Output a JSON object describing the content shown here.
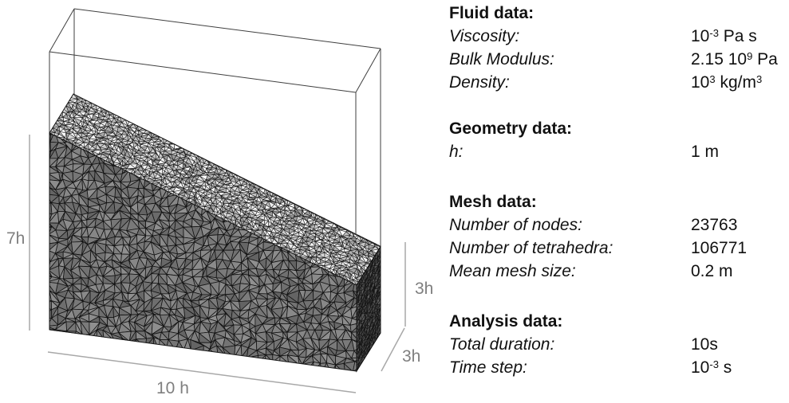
{
  "figure": {
    "dimension_labels": {
      "height": "7h",
      "width": "10 h",
      "right_height": "3h",
      "depth": "3h"
    },
    "colors": {
      "box_edge": "#3f3f3f",
      "dim_line": "#a8a8a8",
      "dim_text": "#7f7f7f",
      "front_face": "#757575",
      "top_face": "#c8c8c8",
      "right_face": "#484848",
      "mesh_line": "#141414"
    }
  },
  "panel": {
    "sections": [
      {
        "title": "Fluid data:",
        "rows": [
          {
            "label": "Viscosity:",
            "value": "10^{-3} Pa s"
          },
          {
            "label": "Bulk Modulus:",
            "value": "2.15 10^{9} Pa"
          },
          {
            "label": "Density:",
            "value": "10^{3} kg/m^{3}"
          }
        ]
      },
      {
        "title": "Geometry data:",
        "rows": [
          {
            "label": "h:",
            "value": "1 m"
          }
        ]
      },
      {
        "title": "Mesh data:",
        "rows": [
          {
            "label": "Number of nodes:",
            "value": "23763"
          },
          {
            "label": "Number of tetrahedra:",
            "value": "106771"
          },
          {
            "label": "Mean mesh size:",
            "value": "0.2 m"
          }
        ]
      },
      {
        "title": "Analysis data:",
        "rows": [
          {
            "label": "Total duration:",
            "value": "10s"
          },
          {
            "label": "Time step:",
            "value": "10^{-3} s"
          }
        ]
      }
    ]
  }
}
